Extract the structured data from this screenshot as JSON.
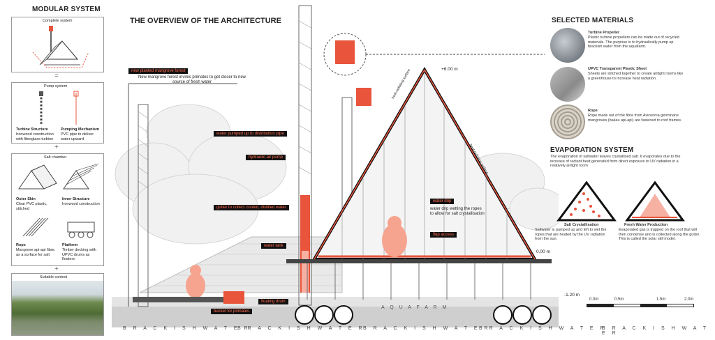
{
  "modular": {
    "title": "MODULAR SYSTEM",
    "complete_label": "Complete system",
    "equals": "=",
    "pump_label": "Pump system",
    "turbine_title": "Turbine Structure",
    "turbine_desc": "Ironwood construction with fibreglass turbine",
    "pumping_title": "Pumping Mechanism",
    "pumping_desc": "PVC pipe to deliver water upward",
    "plus": "+",
    "salt_label": "Salt chamber",
    "outer_title": "Outer Skin",
    "outer_desc": "Clear PVC plastic, stitched",
    "inner_title": "Inner Structure",
    "inner_desc": "Ironwood construction",
    "rope_title": "Rope",
    "rope_desc": "Mangrove api-api fibre, as a surface for salt",
    "platform_title": "Platform",
    "platform_desc": "Timber decking with UPVC drums as floaters",
    "context_label": "Suitable context"
  },
  "main": {
    "title": "THE OVERVIEW OF THE ARCHITECTURE",
    "tags": {
      "forest": "new planted mangrove forest",
      "forest_desc": "New mangrove forest invites primates to get closer to new source of fresh water",
      "water_pumped": "water pumped up to distribution pipe",
      "hydraulic": "hydraulic air pump",
      "gutter": "gutter to collect cooled, distilled water",
      "tank": "water tank",
      "bucket": "bucket for primates",
      "drum": "floating drum",
      "drip": "water drip",
      "drip_desc": "water drip wetting the ropes to allow for salt crystallisation",
      "flap": "flap access",
      "surface1": "heat-radiating surface",
      "surface2": "heat-radiating surface"
    },
    "levels": {
      "top": "+6.00 m",
      "zero": "0.00 m",
      "bottom": "-1.20 m"
    },
    "aquafarm": "A Q U A F A R M",
    "brackish": [
      "B R A C K I S H   W A T E R",
      "B R A C K I S H   W A T E R",
      "B R A C K I S H   W A T E R",
      "B R A C K I S H   W A T E R",
      "B R A C K I S H   W A T E R"
    ],
    "scale": [
      "0.0m",
      "0.5m",
      "1.5m",
      "2.0m"
    ]
  },
  "materials": {
    "title": "SELECTED MATERIALS",
    "items": [
      {
        "name": "Turbine Propeller",
        "desc": "Plastic turbine propellers can be made out of recycled materials. The purpose is to hydraulically pump up brackish water from the aquafarm."
      },
      {
        "name": "UPVC Transparent Plastic Sheet",
        "desc": "Sheets are stitched together to create airtight rooms like a greenhouse to increase heat radiation."
      },
      {
        "name": "Rope",
        "desc": "Rope made out of the fibre from Avicennia germinans mangroves (bakau api-api) are fastened to roof frames."
      }
    ]
  },
  "evaporation": {
    "title": "EVAPORATION SYSTEM",
    "desc": "The evaporation of saltwater leaves crystallised salt. It evaporates due to the increase of radiant heat generated from direct exposure to UV radiation in a relatively airtight room",
    "salt_title": "Salt Crystallisation",
    "salt_desc": "Saltwater is pumped up and left to wet the ropes that are heated by the UV radiation from the sun.",
    "fresh_title": "Fresh Water Production",
    "fresh_desc": "Evaporated gas is trapped on the roof that will then condense and is collected along the gutter. This is called the solar still model."
  },
  "colors": {
    "accent": "#e8543c",
    "dark": "#111111"
  }
}
